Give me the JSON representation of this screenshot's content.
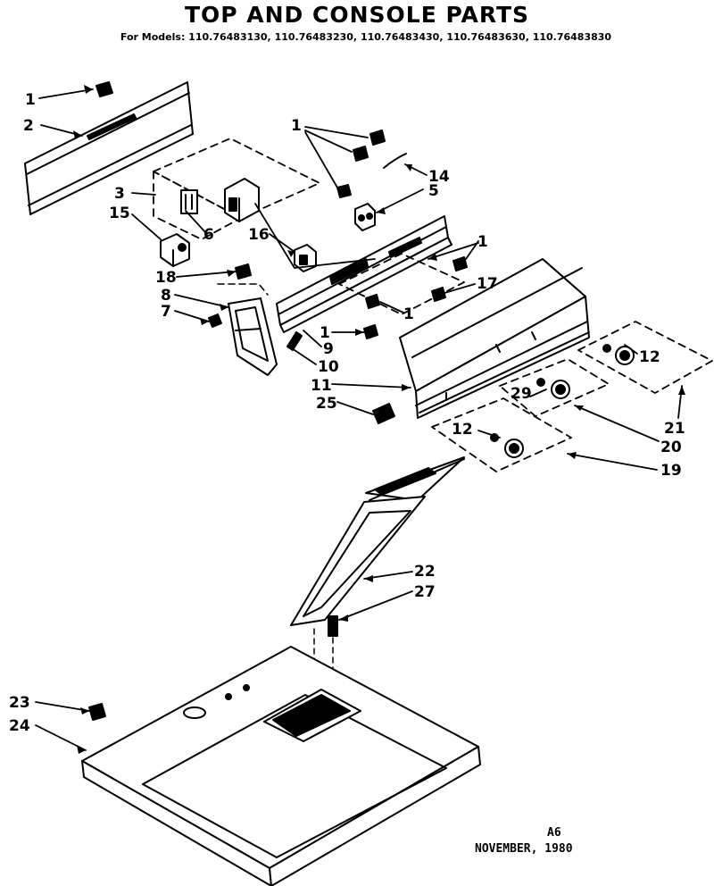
{
  "page": {
    "title": "TOP AND CONSOLE PARTS",
    "models": "For Models: 110.76483130, 110.76483230, 110.76483430, 110.76483630, 110.76483830"
  },
  "callouts": {
    "c1a": "1",
    "c2": "2",
    "c1b": "1",
    "c14": "14",
    "c3": "3",
    "c5": "5",
    "c15": "15",
    "c6": "6",
    "c16": "16",
    "c1c": "1",
    "c18": "18",
    "c17": "17",
    "c8": "8",
    "c7": "7",
    "c1d": "1",
    "c1e": "1",
    "c9": "9",
    "c10": "10",
    "c12a": "12",
    "c11": "11",
    "c29": "29",
    "c25": "25",
    "c21": "21",
    "c20": "20",
    "c12b": "12",
    "c19": "19",
    "c22": "22",
    "c27": "27",
    "c23": "23",
    "c24": "24"
  },
  "footer": {
    "code": "A6",
    "date": "NOVEMBER, 1980"
  }
}
